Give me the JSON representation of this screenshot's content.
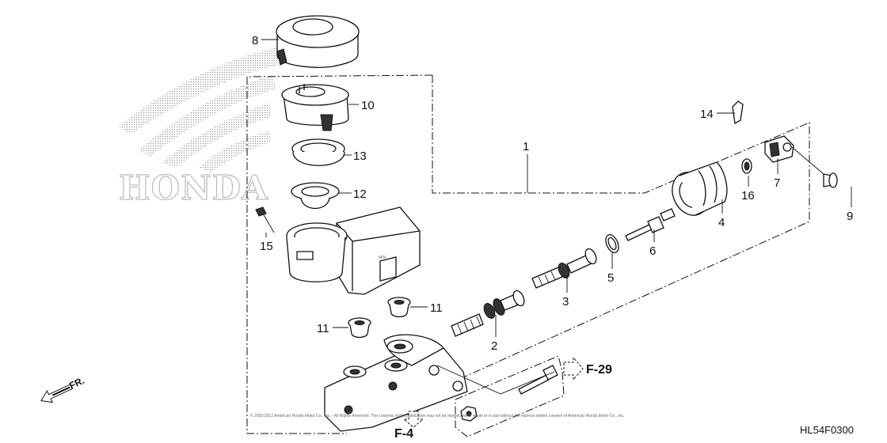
{
  "diagram": {
    "callouts": [
      {
        "id": "c8",
        "label": "8"
      },
      {
        "id": "c10",
        "label": "10"
      },
      {
        "id": "c13",
        "label": "13"
      },
      {
        "id": "c12",
        "label": "12"
      },
      {
        "id": "c15",
        "label": "15"
      },
      {
        "id": "c1",
        "label": "1"
      },
      {
        "id": "c14",
        "label": "14"
      },
      {
        "id": "c16",
        "label": "16"
      },
      {
        "id": "c7",
        "label": "7"
      },
      {
        "id": "c9",
        "label": "9"
      },
      {
        "id": "c4",
        "label": "4"
      },
      {
        "id": "c6",
        "label": "6"
      },
      {
        "id": "c5",
        "label": "5"
      },
      {
        "id": "c3",
        "label": "3"
      },
      {
        "id": "c2",
        "label": "2"
      },
      {
        "id": "c11a",
        "label": "11"
      },
      {
        "id": "c11b",
        "label": "11"
      }
    ],
    "refs": {
      "f29": "F-29",
      "f4": "F-4"
    },
    "front_label": "FR.",
    "drawing_code": "HL54F0300",
    "watermark": "HONDA",
    "copyright": "© 2003-2013 American Honda Motor Co., Inc. - All Rights Reserved. The contents of this publication may not be reproduced in whole or in part without the express written consent of American Honda Motor Co., Inc."
  }
}
